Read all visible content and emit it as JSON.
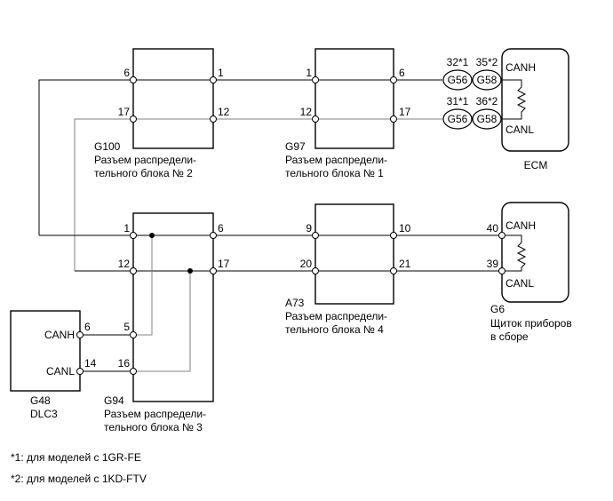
{
  "connectors": {
    "g100": {
      "code": "G100",
      "desc1": "Разъем распредели-",
      "desc2": "тельного блока № 2",
      "pins": {
        "left_h": "6",
        "right_h": "1",
        "left_l": "17",
        "right_l": "12"
      }
    },
    "g97": {
      "code": "G97",
      "desc1": "Разъем распредели-",
      "desc2": "тельного блока № 1",
      "pins": {
        "left_h": "1",
        "right_h": "6",
        "left_l": "12",
        "right_l": "17"
      }
    },
    "ecm": {
      "code": "ECM",
      "canh": "CANH",
      "canl": "CANL",
      "pins_h": {
        "p1": "32*1",
        "p2": "35*2",
        "c1": "G56",
        "c2": "G58"
      },
      "pins_l": {
        "p1": "31*1",
        "p2": "36*2",
        "c1": "G56",
        "c2": "G58"
      }
    },
    "g94": {
      "code": "G94",
      "desc1": "Разъем распредели-",
      "desc2": "тельного блока № 3",
      "pins": {
        "left_h": "1",
        "right_h": "6",
        "left_l": "12",
        "right_l": "17",
        "dlc_h": "5",
        "dlc_l": "16"
      }
    },
    "a73": {
      "code": "A73",
      "desc1": "Разъем распредели-",
      "desc2": "тельного блока № 4",
      "pins": {
        "left_h": "9",
        "right_h": "10",
        "left_l": "20",
        "right_l": "21"
      }
    },
    "g6": {
      "code": "G6",
      "desc1": "Щиток приборов",
      "desc2": "в сборе",
      "canh": "CANH",
      "canl": "CANL",
      "pins": {
        "h": "40",
        "l": "39"
      }
    },
    "g48": {
      "code": "G48",
      "desc1": "DLC3",
      "canh": "CANH",
      "canl": "CANL",
      "pins": {
        "h": "6",
        "l": "14"
      }
    }
  },
  "notes": {
    "n1": "*1: для моделей с 1GR-FE",
    "n2": "*2: для моделей с 1KD-FTV"
  },
  "colors": {
    "wire": "#000000",
    "shield_wire": "#808080"
  }
}
